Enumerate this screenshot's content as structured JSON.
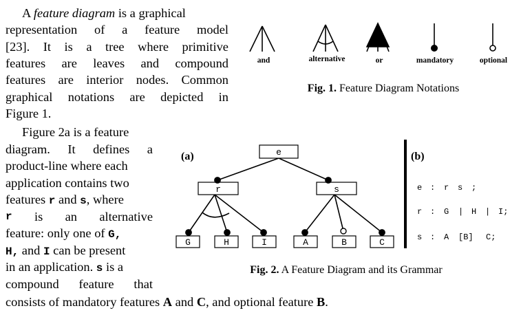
{
  "para1": {
    "l1_pre": "A ",
    "l1_em": "feature diagram",
    "l1_post": " is a graphical",
    "l2": [
      "representation",
      "of",
      "a",
      "feature",
      "model"
    ],
    "l3": [
      "[23].",
      "It",
      "is",
      "a",
      "tree",
      "where",
      "primitive"
    ],
    "l4": [
      "features",
      "are",
      "leaves",
      "and",
      "compound"
    ],
    "l5": [
      "features",
      "are",
      "interior",
      "nodes.",
      "Common"
    ],
    "l6": [
      "graphical",
      "notations",
      "are",
      "depicted",
      "in"
    ],
    "l7": "Figure 1."
  },
  "para2": {
    "l1": "Figure 2a is a feature",
    "l2": [
      "diagram.",
      "It",
      "defines",
      "a"
    ],
    "l3": "product-line where each",
    "l4": "application contains two",
    "l5_a": "features ",
    "l5_b": "r",
    "l5_c": " and ",
    "l5_d": "s",
    "l5_e": ", where",
    "l6": [
      "r",
      "is",
      "an",
      "alternative"
    ],
    "l7_a": "feature: only one of ",
    "l7_b": "G,",
    "l8_a": "H,",
    "l8_b": " and ",
    "l8_c": "I",
    "l8_d": " can be present",
    "l9_a": "in an application. ",
    "l9_b": "s",
    "l9_c": " is a",
    "l10": [
      "compound",
      "feature",
      "that"
    ],
    "l11_a": "consists of mandatory features ",
    "l11_b": "A",
    "l11_c": " and ",
    "l11_d": "C",
    "l11_e": ", and optional feature ",
    "l11_f": "B",
    "l11_g": "."
  },
  "fig1": {
    "notations": [
      "and",
      "alternative",
      "or",
      "mandatory",
      "optional"
    ],
    "caption_bold": "Fig. 1.",
    "caption_text": " Feature Diagram Notations"
  },
  "fig2": {
    "label_a": "(a)",
    "label_b": "(b)",
    "root": "e",
    "mid": [
      "r",
      "s"
    ],
    "leaves": [
      "G",
      "H",
      "I",
      "A",
      "B",
      "C"
    ],
    "grammar": [
      [
        "e",
        ":",
        "r",
        "s",
        ";"
      ],
      [
        "r",
        ":",
        "G",
        "|",
        "H",
        "|",
        "I;"
      ],
      [
        "s",
        ":",
        "A",
        "[B]",
        "C;"
      ]
    ],
    "caption_bold": "Fig. 2.",
    "caption_text": " A Feature Diagram and its Grammar"
  }
}
